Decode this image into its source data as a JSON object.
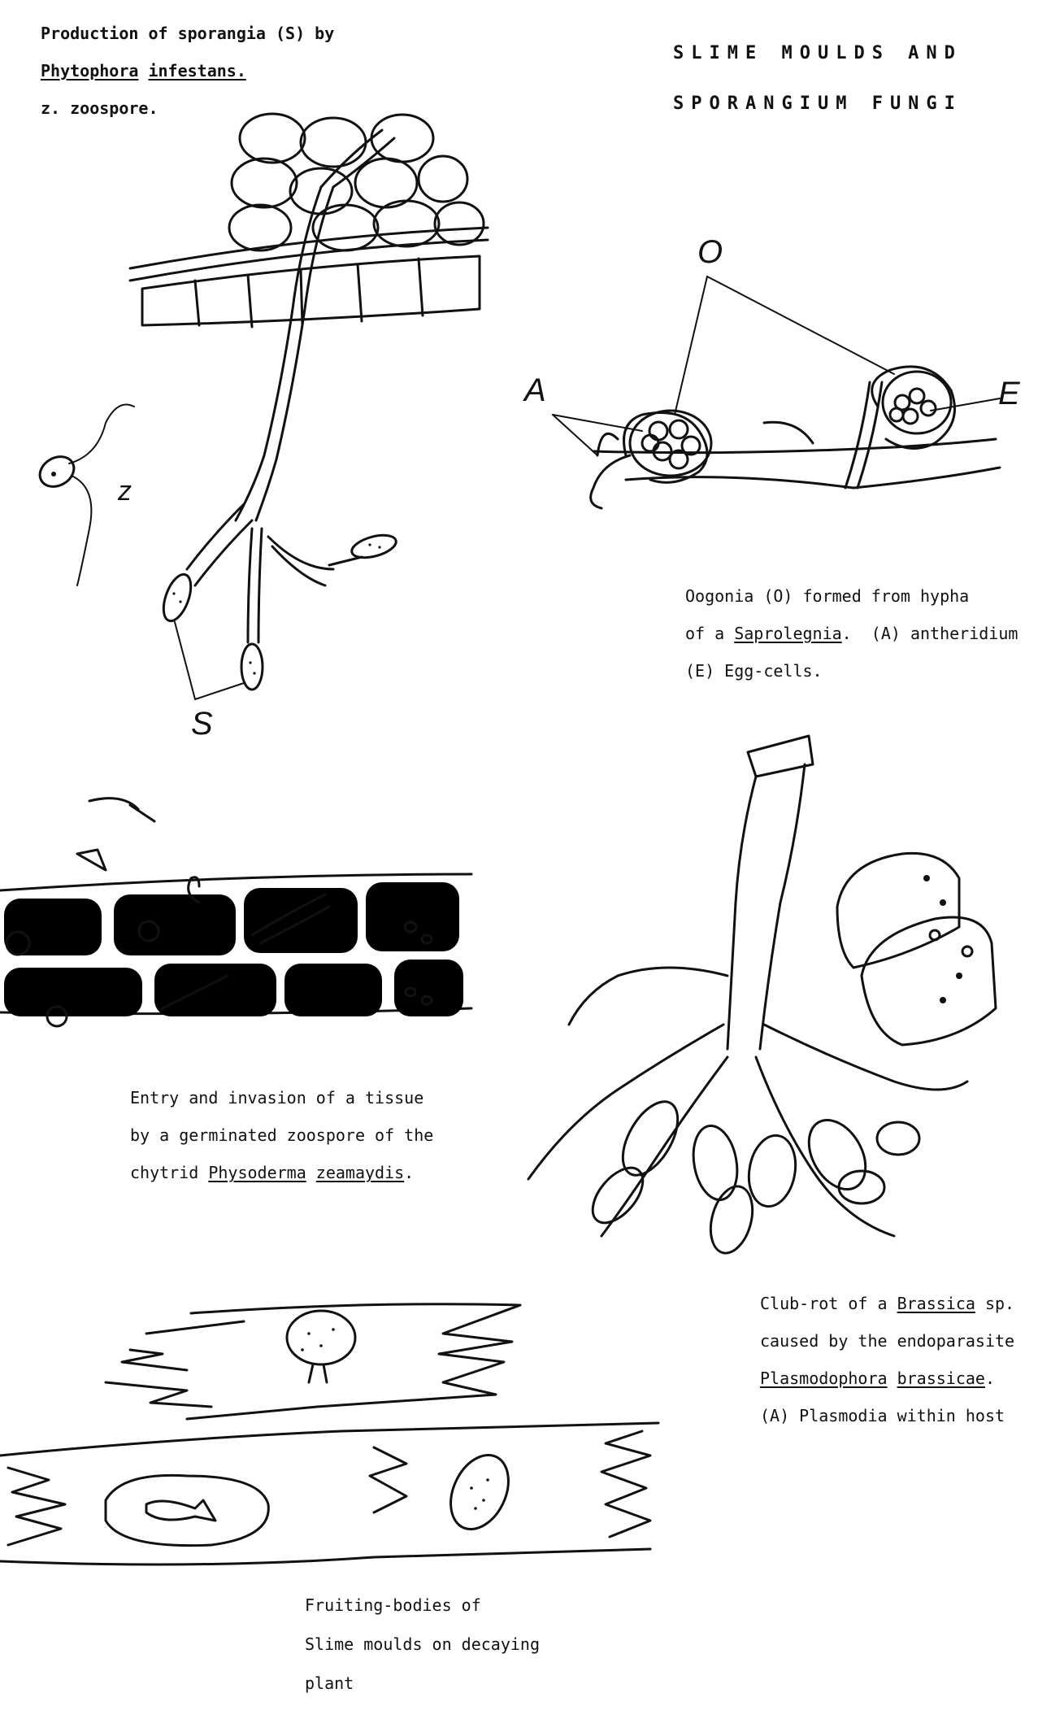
{
  "title": {
    "line1": "SLIME MOULDS AND",
    "line2": "SPORANGIUM FUNGI"
  },
  "captions": {
    "phytophora": {
      "line1": "Production of sporangia (S) by",
      "line2_genus": "Phytophora",
      "line2_species": "infestans.",
      "line3": "z. zoospore."
    },
    "saprolegnia": {
      "line1": "Oogonia (O) formed from hypha",
      "line2_pre": "of a ",
      "line2_genus": "Saprolegnia",
      "line2_post": ".  (A) antheridium",
      "line3": "(E)  Egg-cells."
    },
    "physoderma": {
      "line1": "Entry and invasion of a tissue",
      "line2": "by a germinated zoospore of the",
      "line3_pre": "chytrid ",
      "line3_genus": "Physoderma",
      "line3_species": "zeamaydis",
      "line3_post": "."
    },
    "brassica": {
      "line1_pre": "Club-rot of a ",
      "line1_genus": "Brassica",
      "line1_post": " sp.",
      "line2": "caused by the endoparasite",
      "line3_genus": "Plasmodophora",
      "line3_species": "brassicae",
      "line3_post": ".",
      "line4": "(A) Plasmodia within host"
    },
    "slime": {
      "line1": "Fruiting-bodies of",
      "line2": "Slime moulds on decaying",
      "line3": "plant"
    }
  },
  "labels": {
    "z": "z",
    "s": "S",
    "o": "O",
    "a": "A",
    "e": "E"
  }
}
